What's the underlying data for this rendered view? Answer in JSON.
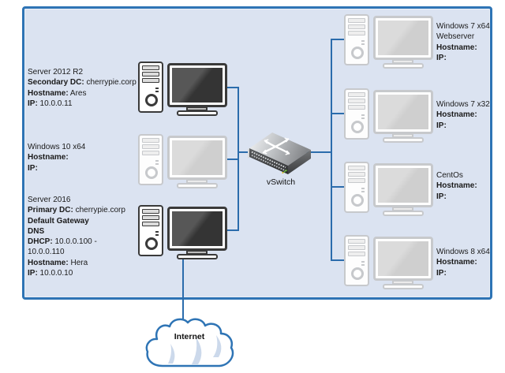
{
  "colors": {
    "container_fill": "#dbe3f1",
    "container_border": "#2e74b5",
    "connector_line": "#2b6cac",
    "cloud_swoosh": "#ccd9eb",
    "led_green": "#67c327",
    "led_amber": "#d9b713"
  },
  "left_machines": [
    {
      "lines": [
        {
          "b": "",
          "r": "Server 2012 R2"
        },
        {
          "b": "Secondary DC:",
          "r": " cherrypie.corp"
        },
        {
          "b": "Hostname:",
          "r": " Ares"
        },
        {
          "b": "IP:",
          "r": " 10.0.0.11"
        }
      ]
    },
    {
      "lines": [
        {
          "b": "",
          "r": "Windows 10 x64"
        },
        {
          "b": "Hostname:",
          "r": ""
        },
        {
          "b": "IP:",
          "r": ""
        }
      ]
    },
    {
      "lines": [
        {
          "b": "",
          "r": "Server 2016"
        },
        {
          "b": "Primary DC:",
          "r": " cherrypie.corp"
        },
        {
          "b": "Default Gateway",
          "r": ""
        },
        {
          "b": "DNS",
          "r": ""
        },
        {
          "b": "DHCP:",
          "r": " 10.0.0.100 -"
        },
        {
          "b": "",
          "r": "10.0.0.110"
        },
        {
          "b": "Hostname:",
          "r": " Hera"
        },
        {
          "b": "IP:",
          "r": " 10.0.0.10"
        }
      ]
    }
  ],
  "right_machines": [
    {
      "lines": [
        {
          "b": "",
          "r": "Windows 7 x64"
        },
        {
          "b": "",
          "r": "Webserver"
        },
        {
          "b": "Hostname:",
          "r": ""
        },
        {
          "b": "IP:",
          "r": ""
        }
      ]
    },
    {
      "lines": [
        {
          "b": "",
          "r": "Windows 7 x32"
        },
        {
          "b": "Hostname:",
          "r": ""
        },
        {
          "b": "IP:",
          "r": ""
        }
      ]
    },
    {
      "lines": [
        {
          "b": "",
          "r": "CentOs"
        },
        {
          "b": "Hostname:",
          "r": ""
        },
        {
          "b": "IP:",
          "r": ""
        }
      ]
    },
    {
      "lines": [
        {
          "b": "",
          "r": "Windows 8 x64"
        },
        {
          "b": "Hostname:",
          "r": ""
        },
        {
          "b": "IP:",
          "r": ""
        }
      ]
    }
  ],
  "switch": {
    "label": "vSwitch"
  },
  "cloud": {
    "label": "Internet"
  }
}
